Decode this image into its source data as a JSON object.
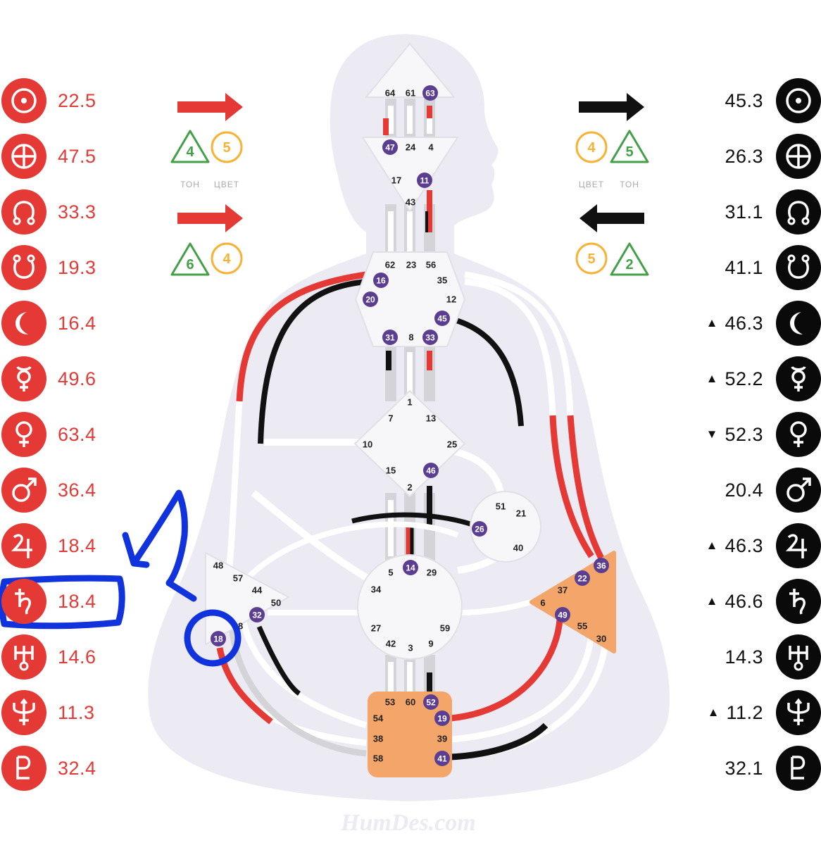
{
  "left_column": {
    "planets": [
      {
        "icon": "sun-icon",
        "value": "22.5"
      },
      {
        "icon": "earth-icon",
        "value": "47.5"
      },
      {
        "icon": "north-node-icon",
        "value": "33.3"
      },
      {
        "icon": "south-node-icon",
        "value": "19.3"
      },
      {
        "icon": "moon-icon",
        "value": "16.4"
      },
      {
        "icon": "mercury-icon",
        "value": "49.6"
      },
      {
        "icon": "venus-icon",
        "value": "63.4"
      },
      {
        "icon": "mars-icon",
        "value": "36.4"
      },
      {
        "icon": "jupiter-icon",
        "value": "18.4"
      },
      {
        "icon": "saturn-icon",
        "value": "18.4"
      },
      {
        "icon": "uranus-icon",
        "value": "14.6"
      },
      {
        "icon": "neptune-icon",
        "value": "11.3"
      },
      {
        "icon": "pluto-icon",
        "value": "32.4"
      }
    ]
  },
  "right_column": {
    "planets": [
      {
        "icon": "sun-icon",
        "value": "45.3",
        "mark": ""
      },
      {
        "icon": "earth-icon",
        "value": "26.3",
        "mark": ""
      },
      {
        "icon": "north-node-icon",
        "value": "31.1",
        "mark": ""
      },
      {
        "icon": "south-node-icon",
        "value": "41.1",
        "mark": ""
      },
      {
        "icon": "moon-icon",
        "value": "46.3",
        "mark": "▲"
      },
      {
        "icon": "mercury-icon",
        "value": "52.2",
        "mark": "▲"
      },
      {
        "icon": "venus-icon",
        "value": "52.3",
        "mark": "▼"
      },
      {
        "icon": "mars-icon",
        "value": "20.4",
        "mark": ""
      },
      {
        "icon": "jupiter-icon",
        "value": "46.3",
        "mark": "▲"
      },
      {
        "icon": "saturn-icon",
        "value": "46.6",
        "mark": "▲"
      },
      {
        "icon": "uranus-icon",
        "value": "14.3",
        "mark": ""
      },
      {
        "icon": "neptune-icon",
        "value": "11.2",
        "mark": "▲"
      },
      {
        "icon": "pluto-icon",
        "value": "32.1",
        "mark": ""
      }
    ]
  },
  "variables": {
    "left_top": {
      "tone": "4",
      "color": "5"
    },
    "left_bottom": {
      "tone": "6",
      "color": "4"
    },
    "right_top": {
      "color": "4",
      "tone": "5"
    },
    "right_bottom": {
      "color": "5",
      "tone": "2"
    },
    "label_tone": "ТОН",
    "label_color": "ЦВЕТ"
  },
  "centers": {
    "head": {
      "gates": [
        "64",
        "61",
        "63"
      ],
      "active": [
        "63"
      ]
    },
    "ajna": {
      "gates": [
        "47",
        "24",
        "4",
        "17",
        "11",
        "43"
      ],
      "active": [
        "47",
        "11"
      ]
    },
    "throat": {
      "gates": [
        "62",
        "23",
        "56",
        "16",
        "35",
        "20",
        "12",
        "45",
        "31",
        "8",
        "33"
      ],
      "active": [
        "16",
        "20",
        "45",
        "31",
        "33"
      ]
    },
    "g": {
      "gates": [
        "1",
        "7",
        "13",
        "10",
        "25",
        "15",
        "46",
        "2"
      ],
      "active": [
        "46"
      ]
    },
    "ego": {
      "gates": [
        "51",
        "21",
        "26",
        "40"
      ],
      "active": [
        "26"
      ]
    },
    "spleen": {
      "gates": [
        "48",
        "57",
        "44",
        "50",
        "32",
        "28",
        "18"
      ],
      "active": [
        "32",
        "18"
      ]
    },
    "sacral": {
      "gates": [
        "5",
        "14",
        "29",
        "34",
        "27",
        "59",
        "42",
        "3",
        "9"
      ],
      "active": [
        "14"
      ]
    },
    "solar_plexus": {
      "gates": [
        "36",
        "22",
        "37",
        "6",
        "49",
        "55",
        "30"
      ],
      "active": [
        "36",
        "22",
        "49"
      ]
    },
    "root": {
      "gates": [
        "53",
        "60",
        "52",
        "54",
        "19",
        "38",
        "39",
        "58",
        "41"
      ],
      "active": [
        "52",
        "19",
        "41"
      ]
    }
  },
  "watermark": "HumDes.com",
  "colors": {
    "personality": "#111111",
    "design": "#e53935",
    "defined_center": "#f4a66a",
    "undefined_center": "#f3f3f7",
    "active_gate": "#5b3e91",
    "annotation": "#1133dd"
  }
}
